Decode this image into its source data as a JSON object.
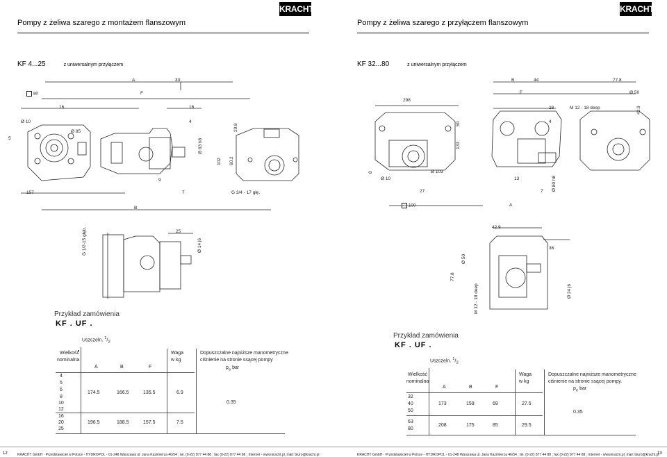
{
  "brand": "KRACHT",
  "left": {
    "title": "Pompy z żeliwa szarego z montażem flanszowym",
    "model": "KF 4...25",
    "model_sub": "z uniwersalnym przyłączem",
    "dims_top": [
      "A",
      "33",
      "80",
      "F",
      "16",
      "16",
      "Ø 10",
      "Ø 85",
      "4",
      "5",
      "157",
      "9",
      "7",
      "G 3/4 - 17 głę.",
      "B",
      "25"
    ],
    "dims_vertical": [
      "20.8",
      "Ø 63 h8",
      "102",
      "60.2",
      "G 1/2-15 głęb.",
      "Ø 14 j6"
    ],
    "order_label": "Przykład zamówienia",
    "order_code": "KF . UF .",
    "table": {
      "seal_label": "Uszczeln.",
      "seal_frac": [
        "1",
        "2"
      ],
      "col_size": [
        "Wielkość",
        "nominalna"
      ],
      "col_a": "A",
      "col_b": "B",
      "col_f": "F",
      "col_weight": [
        "Waga",
        "w kg"
      ],
      "col_pressure": [
        "Dopuszczalne najniższe manometryczne",
        "ciśnienie na stronie ssącej pompy"
      ],
      "pressure_unit": "p",
      "pressure_sub": "e",
      "pressure_tail": " bar",
      "sizes_1": [
        "4",
        "5",
        "6",
        "8",
        "10",
        "12"
      ],
      "sizes_2": [
        "16",
        "20",
        "25"
      ],
      "row_1": [
        "174.5",
        "166.5",
        "135.5",
        "6.9"
      ],
      "row_2": [
        "196.5",
        "188.5",
        "157.5",
        "7.5"
      ],
      "pressure_value": "0.35"
    },
    "page_no": "12",
    "footer": "KRACHT GmbH · Przedstawiciel w Polsce - HYDROPOL - 01-248 Warszawa ul. Jana Kazimierza 46/54 ; tel. (0-22) 877 44 88 ; fax (0-22) 877 44 88 ; Internet - www.kracht.pl, mail: biuro@kracht.pl"
  },
  "right": {
    "title": "Pompy z żeliwa szarego z przyłączem flanszowym",
    "model": "KF 32...80",
    "model_sub": "z uniwersalnym przyłączem",
    "dims_top": [
      "B",
      "44",
      "77.8",
      "F",
      "Ø 50",
      "298",
      "28",
      "M 12 - 18 deep",
      "4",
      "Ø 10",
      "Ø 103",
      "27",
      "13",
      "7",
      "100",
      "A",
      "42.9",
      "36"
    ],
    "dims_vertical": [
      "50",
      "133",
      "8",
      "42.9",
      "Ø 80 h8",
      "77.8",
      "Ø 50",
      "M 12 - 18 deep",
      "Ø 24 j6"
    ],
    "order_label": "Przykład zamówienia",
    "order_code": "KF . UF .",
    "table": {
      "seal_label": "Uszczeln.",
      "seal_frac": [
        "1",
        "2"
      ],
      "col_size": [
        "Wielkość",
        "nominalna"
      ],
      "col_a": "A",
      "col_b": "B",
      "col_f": "F",
      "col_weight": [
        "Waga",
        "w kg"
      ],
      "col_pressure": [
        "Dopuszczalne najniższe manometryczne",
        "ciśnienie na stronie ssącej pompy."
      ],
      "pressure_unit": "p",
      "pressure_sub": "e",
      "pressure_tail": " bar",
      "sizes_1": [
        "32",
        "40",
        "50"
      ],
      "sizes_2": [
        "63",
        "80"
      ],
      "row_1": [
        "173",
        "159",
        "69",
        "27.5"
      ],
      "row_2": [
        "208",
        "175",
        "85",
        "29.5"
      ],
      "pressure_value": "0.35"
    },
    "page_no": "13",
    "footer": "KRACHT GmbH · Przedstawiciel w Polsce - HYDROPOL - 01-248 Warszawa ul. Jana Kazimierza 46/54 ; tel. (0-22) 877 44 88 ; fax (0-22) 877 44 88 ; Internet - www.kracht.pl, mail: biuro@kracht.pl"
  }
}
